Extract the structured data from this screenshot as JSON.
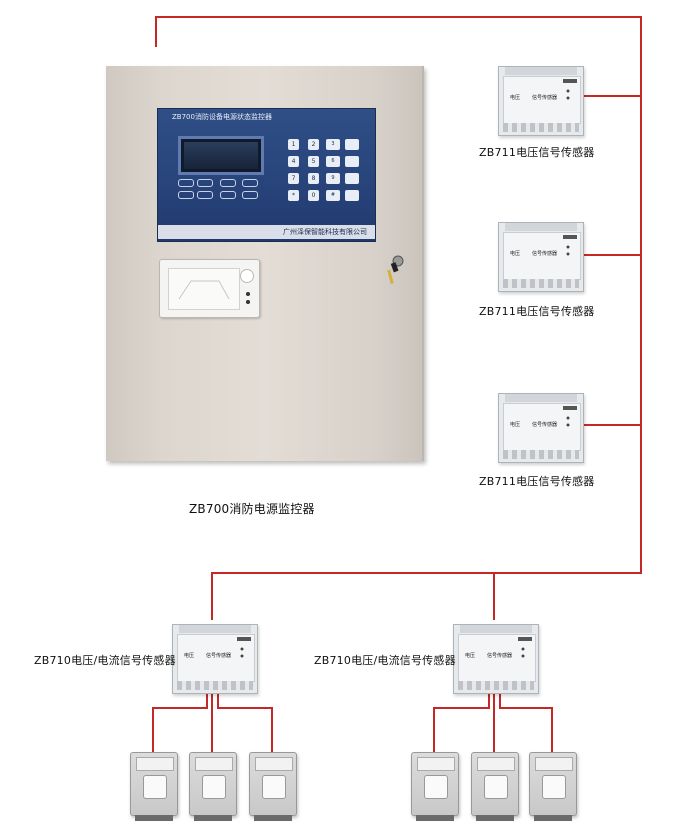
{
  "colors": {
    "wire": "#c62828",
    "panel": "#27437a",
    "cabinet": "#ddd7d0"
  },
  "monitor": {
    "name": "ZB700消防电源监控器",
    "panel_title": "ZB700消防设备电源状态监控器",
    "company": "广州泽保智能科技有限公司",
    "keys": [
      "1",
      "2",
      "3",
      "4",
      "5",
      "6",
      "7",
      "8",
      "9",
      "*",
      "0",
      "#"
    ]
  },
  "sensors_zb711": [
    {
      "label": "ZB711电压信号传感器",
      "face_left": "电压",
      "face_right": "信号传感器"
    },
    {
      "label": "ZB711电压信号传感器",
      "face_left": "电压",
      "face_right": "信号传感器"
    },
    {
      "label": "ZB711电压信号传感器",
      "face_left": "电压",
      "face_right": "信号传感器"
    }
  ],
  "sensors_zb710": [
    {
      "label": "ZB710电压/电流信号传感器",
      "face_left": "电压",
      "face_right": "信号传感器"
    },
    {
      "label": "ZB710电压/电流信号传感器",
      "face_left": "电压",
      "face_right": "信号传感器"
    }
  ]
}
